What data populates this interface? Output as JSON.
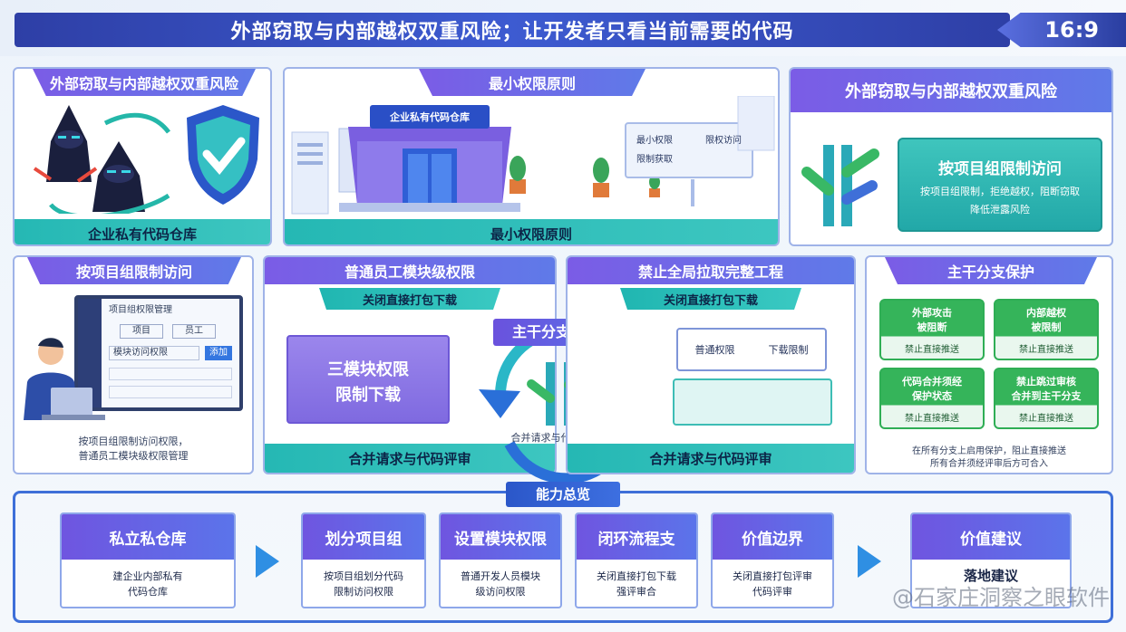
{
  "header": {
    "title": "外部窃取与内部越权双重风险；让开发者只看当前需要的代码",
    "ratio": "16:9"
  },
  "panel1": {
    "title": "外部窃取与内部越权双重风险",
    "band": "企业私有代码仓库"
  },
  "panel2": {
    "title": "最小权限原则",
    "building_sign": "企业私有代码仓库",
    "board_line1": "最小权限",
    "board_line2": "限权访问",
    "board_line3": "限制获取",
    "band": "最小权限原则"
  },
  "panel3": {
    "title": "外部窃取与内部越权双重风险",
    "box_title": "按项目组限制访问",
    "box_line1": "按项目组限制，拒绝越权，阻断窃取",
    "box_line2": "降低泄露风险"
  },
  "panel4": {
    "title": "按项目组限制访问",
    "screen_header": "项目组权限管理",
    "btn1": "项目",
    "btn2": "员工",
    "btn3": "添加",
    "field": "模块访问权限",
    "caption_line1": "按项目组限制访问权限，",
    "caption_line2": "普通员工模块级权限管理"
  },
  "panel5": {
    "title": "普通员工模块级权限",
    "subtitle": "关闭直接打包下载",
    "overlay_line1": "三模块权限",
    "overlay_line2": "限制下载",
    "band": "合并请求与代码评审"
  },
  "center": {
    "label": "主干分支保护",
    "caption": "合并请求与代码评审"
  },
  "panel6": {
    "title": "禁止全局拉取完整工程",
    "subtitle": "关闭直接打包下载",
    "top_a": "普通权限",
    "top_b": "下载限制",
    "band": "合并请求与代码评审"
  },
  "panel7": {
    "title": "主干分支保护",
    "boxes": [
      {
        "top": "外部攻击\n被阻断",
        "bottom": "禁止直接推送"
      },
      {
        "top": "内部越权\n被限制",
        "bottom": "禁止直接推送"
      },
      {
        "top": "代码合并须经\n保护状态",
        "bottom": "禁止直接推送"
      },
      {
        "top": "禁止跳过审核\n合并到主干分支",
        "bottom": "禁止直接推送"
      }
    ],
    "caption_line1": "在所有分支上启用保护，阻止直接推送",
    "caption_line2": "所有合并须经评审后方可合入"
  },
  "overview": {
    "label": "能力总览"
  },
  "bottom": [
    {
      "title": "私立私仓库",
      "line1": "建企业内部私有",
      "line2": "代码仓库"
    },
    {
      "title": "划分项目组",
      "line1": "按项目组划分代码",
      "line2": "限制访问权限"
    },
    {
      "title": "设置模块权限",
      "line1": "普通开发人员模块",
      "line2": "级访问权限"
    },
    {
      "title": "闭环流程支",
      "line1": "关闭直接打包下载",
      "line2": "强评审合"
    },
    {
      "title": "价值边界",
      "line1": "关闭直接打包评审",
      "line2": "代码评审"
    },
    {
      "title": "价值建议",
      "line1": "落地建议",
      "line2": ""
    }
  ],
  "watermark": "@石家庄洞察之眼软件"
}
